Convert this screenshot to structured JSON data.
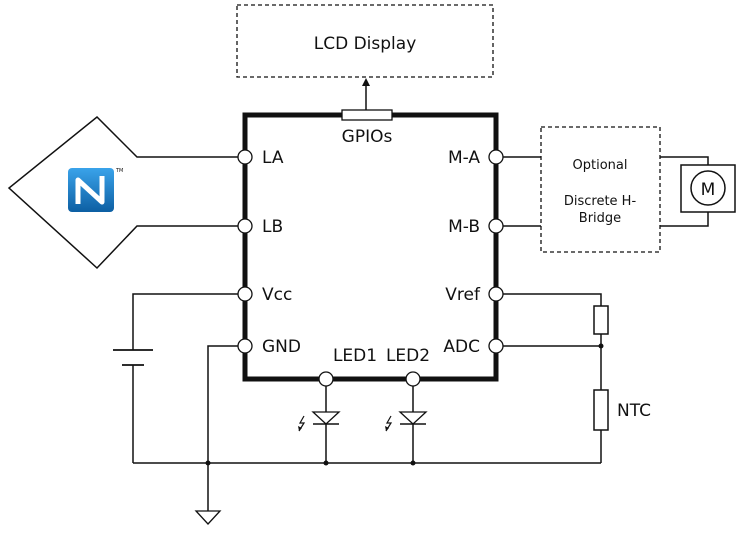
{
  "diagram": {
    "lcd_label": "LCD Display",
    "gpio_label": "GPIOs",
    "pins_left": [
      "LA",
      "LB",
      "Vcc",
      "GND"
    ],
    "pins_right": [
      "M-A",
      "M-B",
      "Vref",
      "ADC"
    ],
    "led1_label": "LED1",
    "led2_label": "LED2",
    "optional_label": "Optional",
    "hbridge_line1": "Discrete H-",
    "hbridge_line2": "Bridge",
    "motor_label": "M",
    "ntc_label": "NTC",
    "colors": {
      "line": "#111111",
      "nfc_blue": "#1e88d6",
      "nfc_blue_dark": "#0d5fa3"
    },
    "icons": [
      "nfc-logo-icon",
      "battery-icon",
      "ground-icon",
      "led-icon",
      "resistor-icon",
      "motor-icon"
    ]
  }
}
